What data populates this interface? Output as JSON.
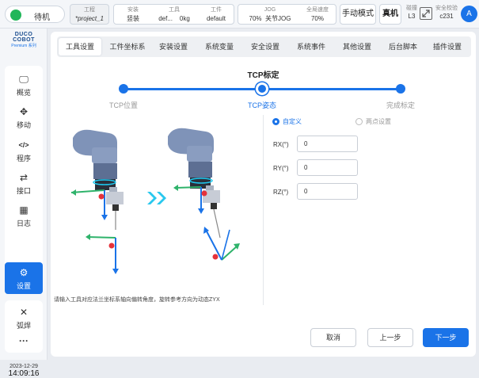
{
  "topbar": {
    "status": "待机",
    "project": {
      "label": "工程",
      "value": "*project_1"
    },
    "install": {
      "label": "安装",
      "value": "竖装"
    },
    "tool": {
      "label": "工具",
      "value": "def...",
      "weight": "0kg"
    },
    "workpiece": {
      "label": "工件",
      "value": "default"
    },
    "jog": {
      "label": "JOG",
      "percent": "70%",
      "joint": "关节JOG"
    },
    "global_speed": {
      "label": "全局速度",
      "value": "70%"
    },
    "mode_button": "手动模式",
    "real_button": "真机",
    "collision": {
      "label": "碰撞",
      "value": "L3"
    },
    "safety": {
      "label": "安全校验",
      "value": "c231"
    },
    "avatar": "A"
  },
  "sidebar": {
    "logo_line1": "DUCO COBOT",
    "logo_line2": "Premium 系列",
    "items": [
      {
        "icon": "monitor-icon",
        "glyph": "🖵",
        "label": "概览"
      },
      {
        "icon": "move-icon",
        "glyph": "✥",
        "label": "移动"
      },
      {
        "icon": "code-icon",
        "glyph": "</>",
        "label": "程序"
      },
      {
        "icon": "interface-icon",
        "glyph": "⇄",
        "label": "接口"
      },
      {
        "icon": "calendar-icon",
        "glyph": "▦",
        "label": "日志"
      },
      {
        "icon": "gear-icon",
        "glyph": "⚙",
        "label": "设置"
      }
    ],
    "weld": {
      "glyph": "✕",
      "label": "弧焊"
    },
    "more": "···",
    "date": "2023-12-29",
    "time": "14:09:16"
  },
  "tabs": [
    "工具设置",
    "工件坐标系",
    "安装设置",
    "系统变量",
    "安全设置",
    "系统事件",
    "其他设置",
    "后台脚本",
    "插件设置"
  ],
  "page": {
    "title": "TCP标定",
    "steps": [
      "TCP位置",
      "TCP姿态",
      "完成标定"
    ],
    "current_step": 1,
    "hint": "请输入工具对应法兰坐标系轴向偏转角度，旋转参考方向为动态ZYX",
    "options": [
      "自定义",
      "两点设置"
    ],
    "selected_option": 0,
    "fields": [
      {
        "label": "RX(°)",
        "value": "0"
      },
      {
        "label": "RY(°)",
        "value": "0"
      },
      {
        "label": "RZ(°)",
        "value": "0"
      }
    ],
    "buttons": {
      "cancel": "取消",
      "prev": "上一步",
      "next": "下一步"
    }
  },
  "colors": {
    "accent": "#1a73e8",
    "status_green": "#21b65a",
    "axis_green": "#2fb36b",
    "axis_blue": "#1a73e8",
    "marker_red": "#e5323b"
  }
}
